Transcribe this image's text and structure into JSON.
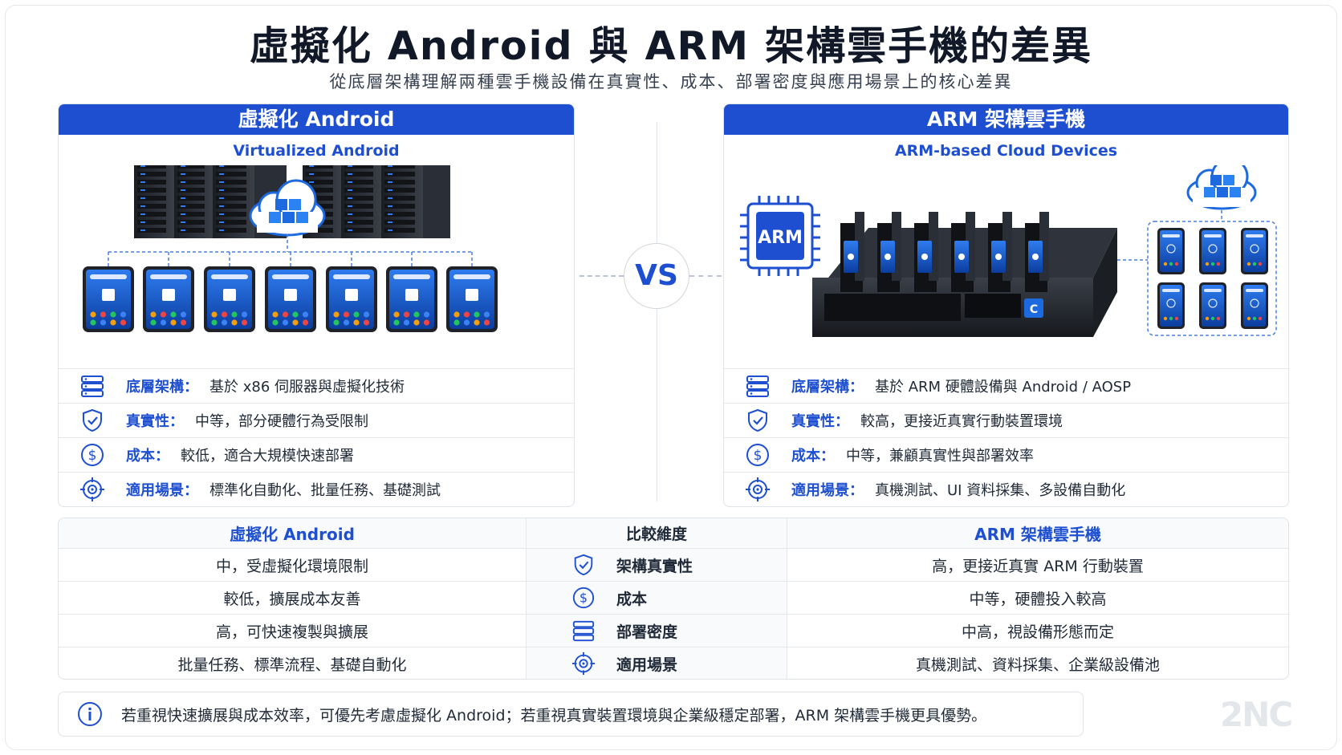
{
  "header": {
    "title": "虛擬化 Android 與 ARM 架構雲手機的差異",
    "subtitle": "從底層架構理解兩種雲手機設備在真實性、成本、部署密度與應用場景上的核心差異"
  },
  "left": {
    "title": "虛擬化 Android",
    "subtitle": "Virtualized Android",
    "features": [
      {
        "icon": "server-icon",
        "key": "底層架構：",
        "value": "基於 x86 伺服器與虛擬化技術"
      },
      {
        "icon": "shield-icon",
        "key": "真實性：",
        "value": "中等，部分硬體行為受限制"
      },
      {
        "icon": "dollar-icon",
        "key": "成本：",
        "value": "較低，適合大規模快速部署"
      },
      {
        "icon": "target-icon",
        "key": "適用場景：",
        "value": "標準化自動化、批量任務、基礎測試"
      }
    ]
  },
  "right": {
    "title": "ARM 架構雲手機",
    "subtitle": "ARM-based Cloud Devices",
    "chip_label": "ARM",
    "features": [
      {
        "icon": "server-icon",
        "key": "底層架構：",
        "value": "基於 ARM 硬體設備與 Android / AOSP"
      },
      {
        "icon": "shield-icon",
        "key": "真實性：",
        "value": "較高，更接近真實行動裝置環境"
      },
      {
        "icon": "dollar-icon",
        "key": "成本：",
        "value": "中等，兼顧真實性與部署效率"
      },
      {
        "icon": "target-icon",
        "key": "適用場景：",
        "value": "真機測試、UI 資料採集、多設備自動化"
      }
    ]
  },
  "vs": "VS",
  "table": {
    "headers": [
      "虛擬化 Android",
      "比較維度",
      "ARM 架構雲手機"
    ],
    "rows": [
      {
        "left": "中，受虛擬化環境限制",
        "icon": "shield-icon",
        "dim": "架構真實性",
        "right": "高，更接近真實 ARM 行動裝置"
      },
      {
        "left": "較低，擴展成本友善",
        "icon": "dollar-icon",
        "dim": "成本",
        "right": "中等，硬體投入較高"
      },
      {
        "left": "高，可快速複製與擴展",
        "icon": "server-icon",
        "dim": "部署密度",
        "right": "中高，視設備形態而定"
      },
      {
        "left": "批量任務、標準流程、基礎自動化",
        "icon": "target-icon",
        "dim": "適用場景",
        "right": "真機測試、資料採集、企業級設備池"
      }
    ]
  },
  "note": "若重視快速擴展與成本效率，可優先考慮虛擬化 Android；若重視真實裝置環境與企業級穩定部署，ARM 架構雲手機更具優勢。",
  "logo": "2NC",
  "colors": {
    "accent": "#1d4fd0",
    "text": "#1f2937",
    "border": "#dfe3ea"
  }
}
